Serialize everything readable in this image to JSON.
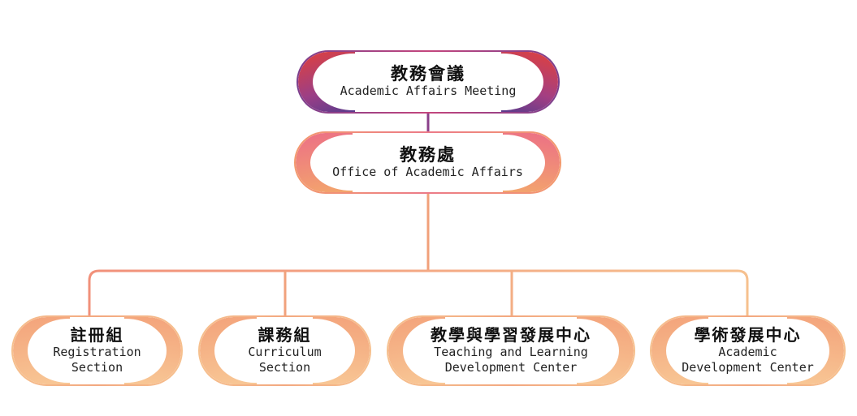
{
  "org_chart": {
    "top": {
      "zh": "教務會議",
      "en": "Academic Affairs Meeting"
    },
    "office": {
      "zh": "教務處",
      "en": "Office of Academic Affairs"
    },
    "sections": [
      {
        "zh": "註冊組",
        "en_line1": "Registration",
        "en_line2": "Section"
      },
      {
        "zh": "課務組",
        "en_line1": "Curriculum",
        "en_line2": "Section"
      },
      {
        "zh": "教學與學習發展中心",
        "en_line1": "Teaching and Learning",
        "en_line2": "Development Center"
      },
      {
        "zh": "學術發展中心",
        "en_line1": "Academic",
        "en_line2": "Development Center"
      }
    ]
  },
  "colors": {
    "meeting_accent": "#c4467d",
    "office_accent": "#ec7a88",
    "section_accent": "#f3a880",
    "connector_top": "#8a3f8a",
    "connector_bottom": "#f1a07a"
  }
}
